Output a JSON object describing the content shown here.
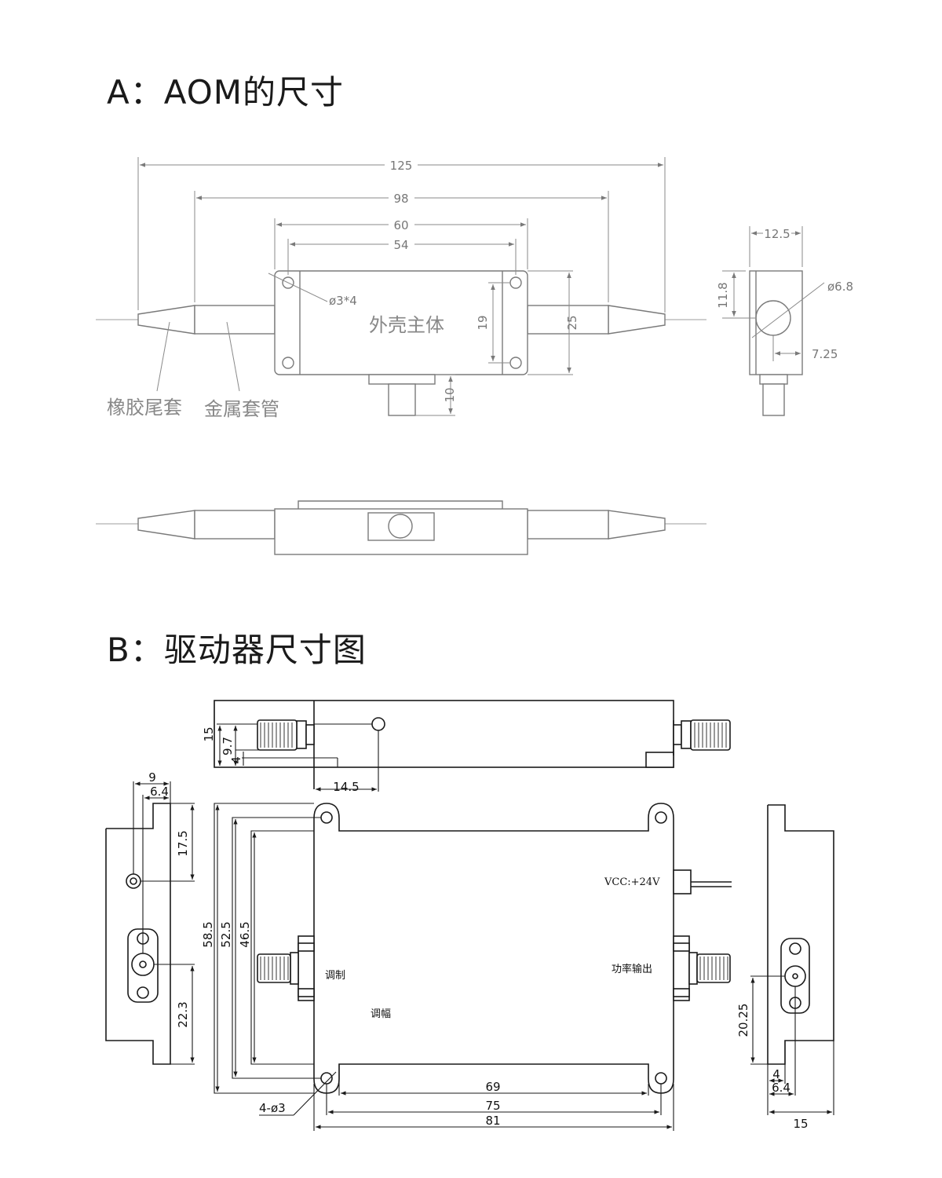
{
  "section_a": {
    "title": "A：AOM的尺寸",
    "labels": {
      "body": "外壳主体",
      "rubber_sleeve": "橡胶尾套",
      "metal_sleeve": "金属套管"
    },
    "dims": {
      "overall": "125",
      "sleeves": "98",
      "housing": "60",
      "holes": "54",
      "hole_dia": "ø3*4",
      "hole_spacing": "19",
      "height": "25",
      "stem": "10",
      "side_width": "12.5",
      "side_height": "11.8",
      "aperture": "ø6.8",
      "aperture_offset": "7.25"
    }
  },
  "section_b": {
    "title": "B：驱动器尺寸图",
    "labels": {
      "vcc": "VCC:+24V",
      "modulation": "调制",
      "amplitude": "调幅",
      "power_out": "功率输出"
    },
    "dims": {
      "top_15": "15",
      "top_9_7": "9.7",
      "top_4": "4",
      "top_14_5": "14.5",
      "left_9": "9",
      "left_6_4": "6.4",
      "left_17_5": "17.5",
      "left_22_3": "22.3",
      "main_58_5": "58.5",
      "main_52_5": "52.5",
      "main_46_5": "46.5",
      "main_69": "69",
      "main_75": "75",
      "main_81": "81",
      "hole_spec": "4-ø3",
      "right_20_25": "20.25",
      "right_4": "4",
      "right_6_4": "6.4",
      "right_15": "15"
    }
  }
}
